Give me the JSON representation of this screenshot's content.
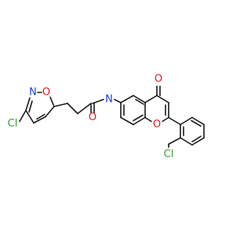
{
  "molecule": {
    "atoms": [
      {
        "id": "cl1",
        "symbol": "Cl",
        "color": "#33a02c"
      },
      {
        "id": "n1",
        "symbol": "N",
        "color": "#1f3cd6"
      },
      {
        "id": "o1",
        "symbol": "O",
        "color": "#e31a1c"
      },
      {
        "id": "o2",
        "symbol": "O",
        "color": "#e31a1c"
      },
      {
        "id": "n2",
        "symbol": "N",
        "color": "#1f3cd6"
      },
      {
        "id": "o3",
        "symbol": "O",
        "color": "#e31a1c"
      },
      {
        "id": "o4",
        "symbol": "O",
        "color": "#e31a1c"
      },
      {
        "id": "cl2",
        "symbol": "Cl",
        "color": "#33a02c"
      }
    ],
    "bond_color": "#1a1a1a"
  }
}
